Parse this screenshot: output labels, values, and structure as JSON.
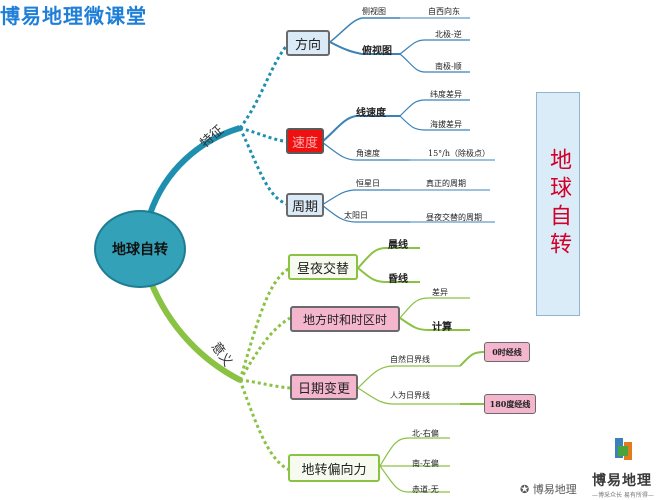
{
  "header": {
    "title": "博易地理微课堂"
  },
  "center": {
    "label": "地球自转"
  },
  "side_title": "地球自转",
  "branches": {
    "top": "特征",
    "bottom": "意义"
  },
  "nodes": {
    "direction": "方向",
    "speed": "速度",
    "period": "周期",
    "day_night": "昼夜交替",
    "local_time": "地方时和时区时",
    "date_change": "日期变更",
    "deflection": "地转偏向力"
  },
  "labels": {
    "side_view": "侧视图",
    "west_east": "自西向东",
    "top_view": "俯视图",
    "north_pole": "北极-逆",
    "south_pole": "南极-顺",
    "linear_speed": "线速度",
    "lat_diff": "纬度差异",
    "alt_diff": "海拔差异",
    "angular_speed": "角速度",
    "angular_value": "15°/h（除极点）",
    "sidereal_day": "恒星日",
    "true_period": "真正的周期",
    "solar_day": "太阳日",
    "day_night_period": "昼夜交替的周期",
    "terminator": "晨线",
    "dusk_line": "昏线",
    "difference": "差异",
    "calculation": "计算",
    "natural_date_line": "自然日界线",
    "zero_meridian": "0时经线",
    "artificial_date_line": "人为日界线",
    "meridian_180": "180度经线",
    "north_right": "北-右偏",
    "south_left": "南-左偏",
    "equator_none": "赤道-无"
  },
  "footer": {
    "wechat": "博易地理",
    "brand": "博易地理",
    "brand_sub": "—博采众长 易有所得—"
  },
  "colors": {
    "teal": "#1f8fb0",
    "green": "#8ac243",
    "blue_fill": "#dbeaf7",
    "pink_fill": "#f4b6cc",
    "red_fill": "#ef1010",
    "title_blue": "#1f7fd8",
    "accent_red": "#d2002a"
  }
}
